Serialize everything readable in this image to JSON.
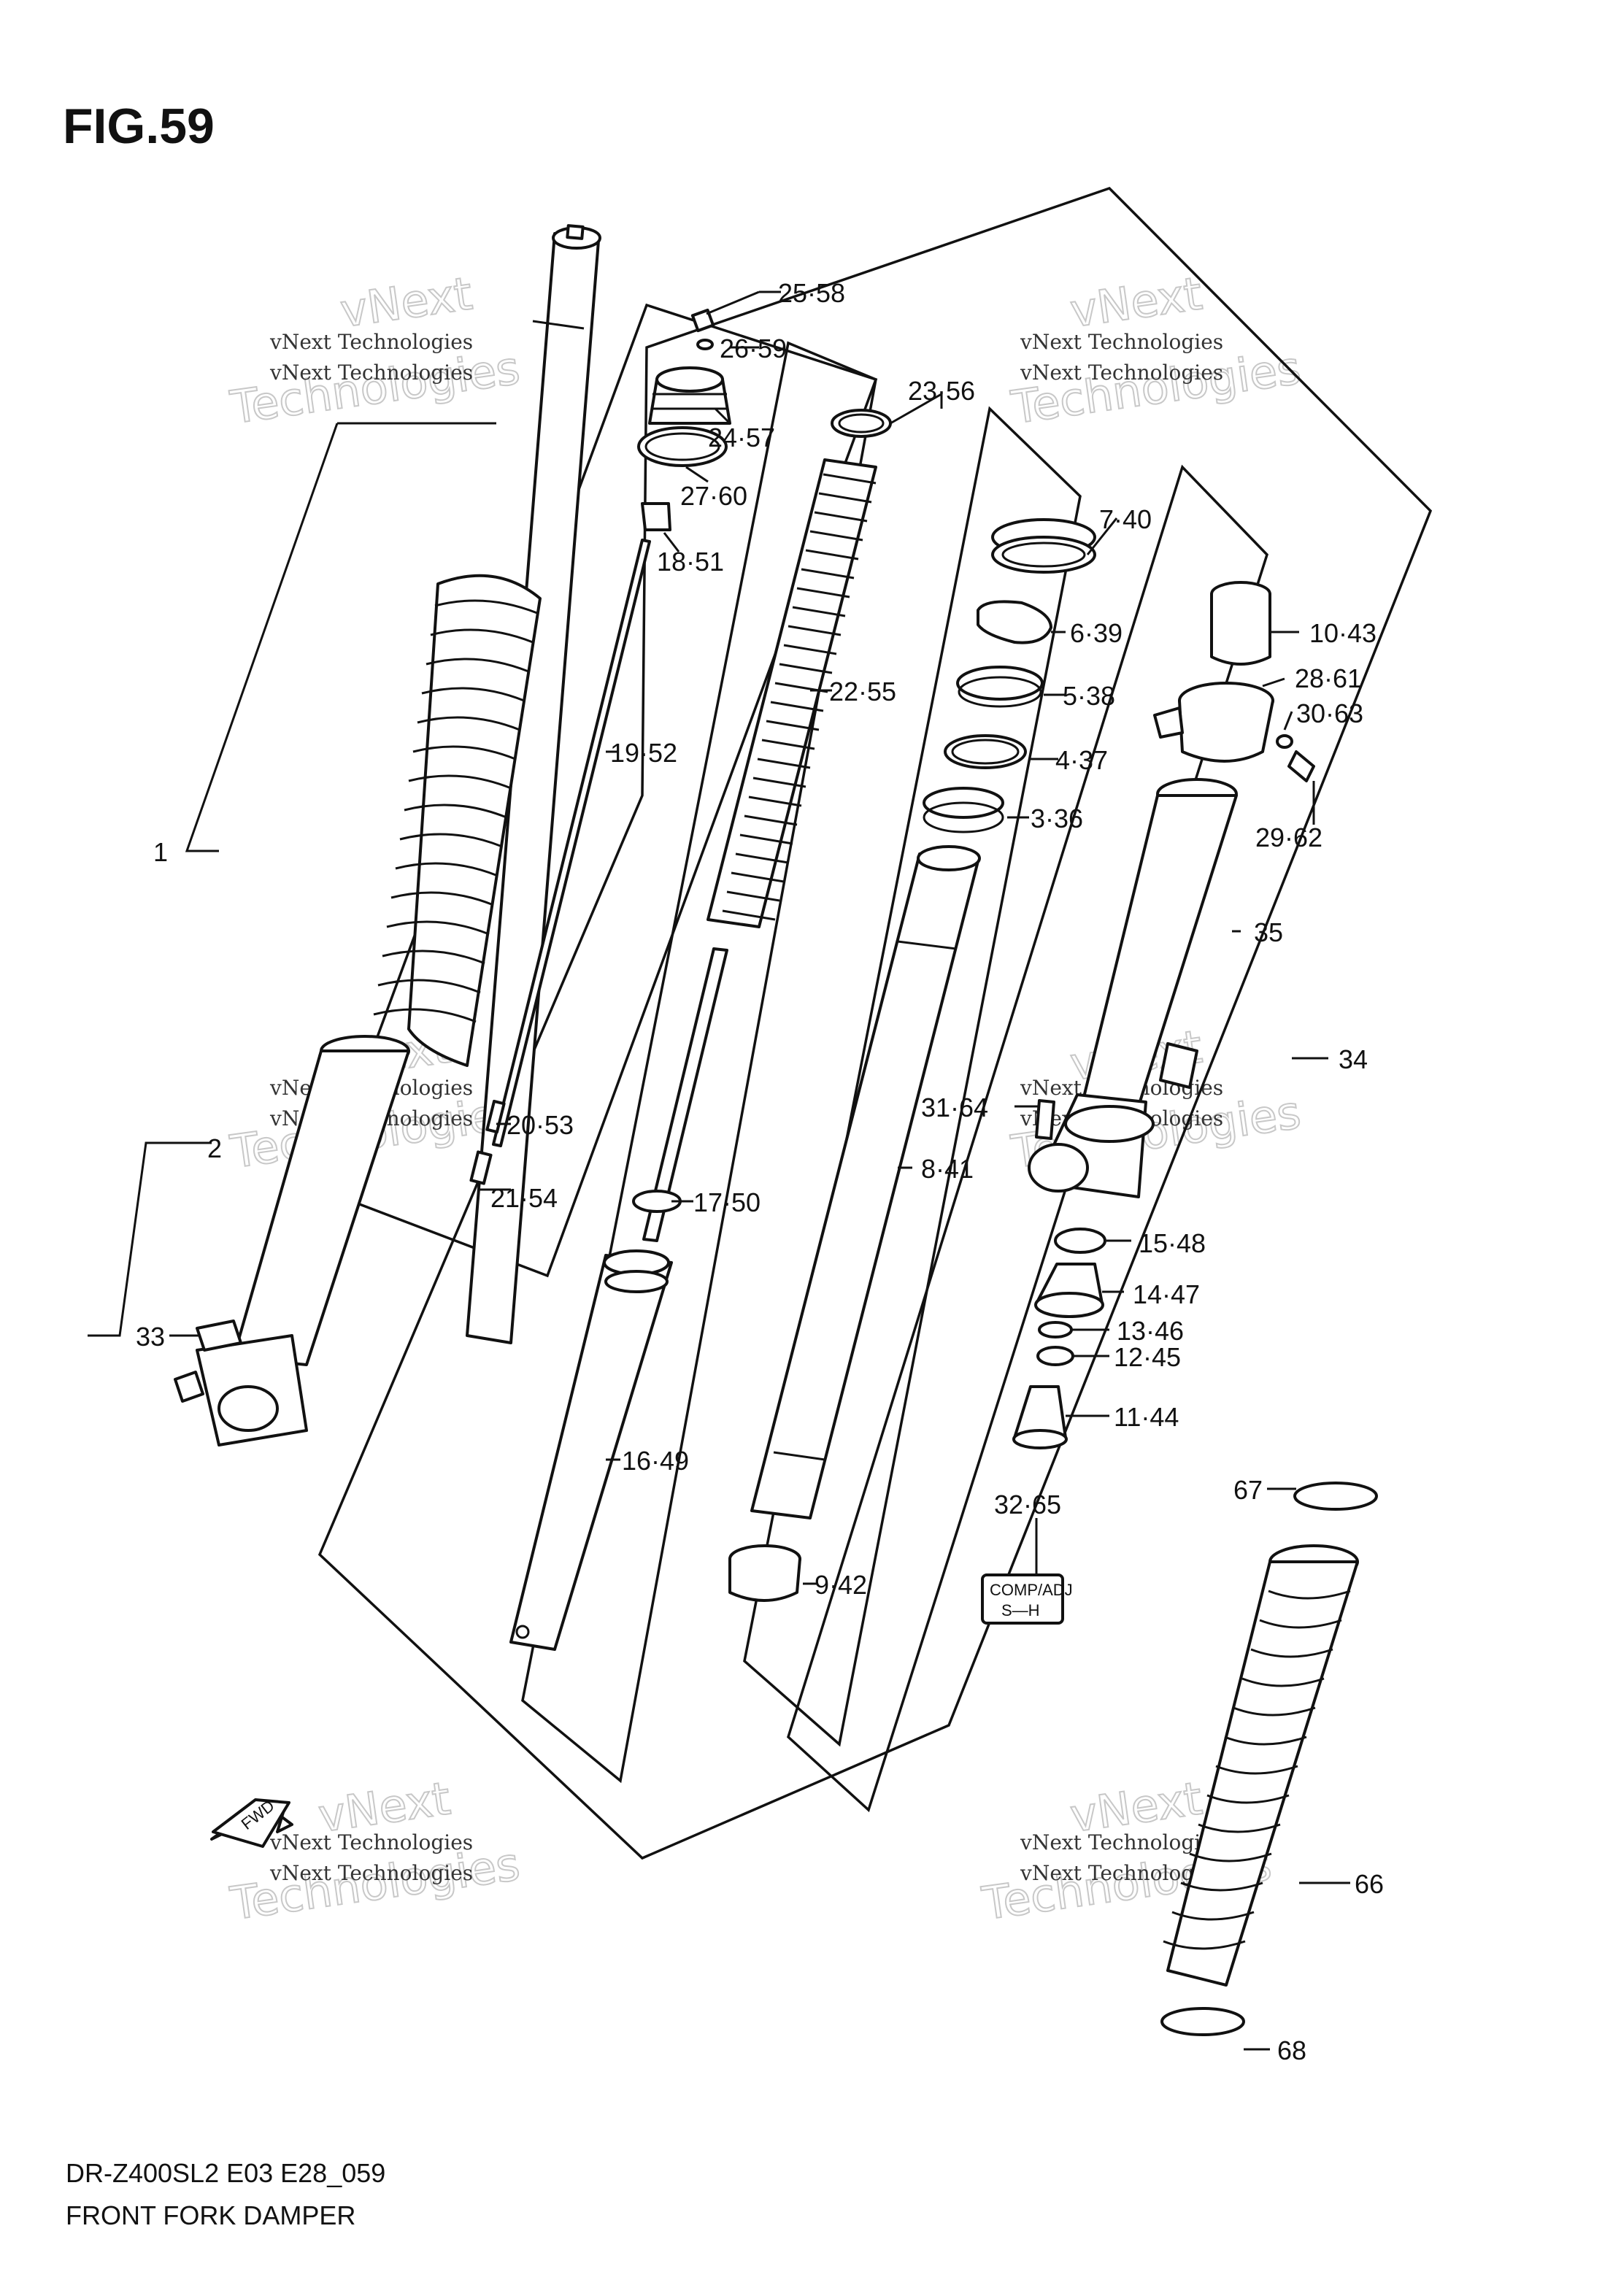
{
  "figure_title": "FIG.59",
  "footer": {
    "model_code": "DR-Z400SL2 E03 E28_059",
    "caption": "FRONT FORK DAMPER"
  },
  "watermark": {
    "line1": "vNext Technologies",
    "line2": "Technologies",
    "line3": "vNext"
  },
  "fwd_label": "FWD",
  "comp_adj": {
    "top": "COMP/ADJ",
    "bottom": "S—H"
  },
  "callouts": {
    "c1": "1",
    "c2": "2",
    "c33": "33",
    "c25": "25·58",
    "c26": "26·59",
    "c24": "24·57",
    "c27": "27·60",
    "c18": "18·51",
    "c19": "19·52",
    "c20": "20·53",
    "c21": "21·54",
    "c23": "23·56",
    "c22": "22·55",
    "c17": "17·50",
    "c16": "16·49",
    "c7": "7·40",
    "c6": "6·39",
    "c5": "5·38",
    "c4": "4·37",
    "c3": "3·36",
    "c8": "8·41",
    "c9": "9·42",
    "c10": "10·43",
    "c28": "28·61",
    "c30": "30·63",
    "c29": "29·62",
    "c35": "35",
    "c34": "34",
    "c31": "31·64",
    "c15": "15·48",
    "c14": "14·47",
    "c13": "13·46",
    "c12": "12·45",
    "c11": "11·44",
    "c32": "32·65",
    "c67": "67",
    "c66": "66",
    "c68": "68"
  }
}
